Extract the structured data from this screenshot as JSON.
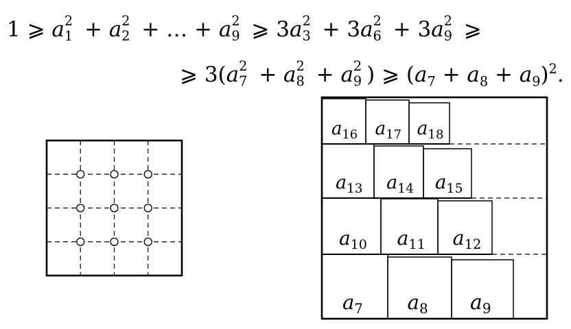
{
  "inequality": {
    "line1": [
      {
        "t": "1 ⩾ "
      },
      {
        "v": "a",
        "sup": "2",
        "sub": "1"
      },
      {
        "t": " + "
      },
      {
        "v": "a",
        "sup": "2",
        "sub": "2"
      },
      {
        "t": " + … + "
      },
      {
        "v": "a",
        "sup": "2",
        "sub": "9"
      },
      {
        "t": " ⩾ 3"
      },
      {
        "v": "a",
        "sup": "2",
        "sub": "3"
      },
      {
        "t": " + 3"
      },
      {
        "v": "a",
        "sup": "2",
        "sub": "6"
      },
      {
        "t": " + 3"
      },
      {
        "v": "a",
        "sup": "2",
        "sub": "9"
      },
      {
        "t": " ⩾"
      }
    ],
    "line2": [
      {
        "t": "⩾ 3("
      },
      {
        "v": "a",
        "sup": "2",
        "sub": "7"
      },
      {
        "t": " + "
      },
      {
        "v": "a",
        "sup": "2",
        "sub": "8"
      },
      {
        "t": " + "
      },
      {
        "v": "a",
        "sup": "2",
        "sub": "9"
      },
      {
        "t": ") ⩾ ("
      },
      {
        "v": "a",
        "sub": "7"
      },
      {
        "t": " + "
      },
      {
        "v": "a",
        "sub": "8"
      },
      {
        "t": " + "
      },
      {
        "v": "a",
        "sub": "9"
      },
      {
        "t": ")"
      },
      {
        "t": "2",
        "supOnly": true
      },
      {
        "t": "."
      }
    ]
  },
  "left_figure": {
    "grid_divisions": 4,
    "circle_rows": 3,
    "circle_cols": 3
  },
  "right_figure": {
    "squares": [
      {
        "label": "a",
        "index": "16"
      },
      {
        "label": "a",
        "index": "17"
      },
      {
        "label": "a",
        "index": "18"
      },
      {
        "label": "a",
        "index": "13"
      },
      {
        "label": "a",
        "index": "14"
      },
      {
        "label": "a",
        "index": "15"
      },
      {
        "label": "a",
        "index": "10"
      },
      {
        "label": "a",
        "index": "11"
      },
      {
        "label": "a",
        "index": "12"
      },
      {
        "label": "a",
        "index": "7"
      },
      {
        "label": "a",
        "index": "8"
      },
      {
        "label": "a",
        "index": "9"
      }
    ]
  }
}
